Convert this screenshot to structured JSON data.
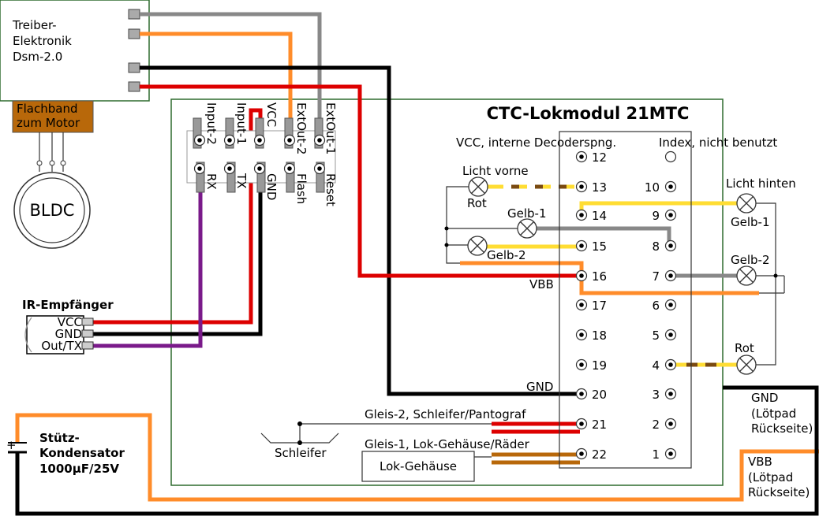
{
  "driver": {
    "lines": [
      "Treiber-",
      "Elektronik",
      "Dsm-2.0"
    ]
  },
  "ribbon": {
    "lines": [
      "Flachband",
      "zum Motor"
    ]
  },
  "motor": {
    "label": "BLDC"
  },
  "module": {
    "title": "CTC-Lokmodul 21MTC"
  },
  "header_top": [
    "Input-2",
    "Input-1",
    "VCC",
    "ExtOut-2",
    "ExtOut-1"
  ],
  "header_bottom": [
    "RX",
    "TX",
    "GND",
    "Flash",
    "Reset"
  ],
  "ir": {
    "title": "IR-Empfänger",
    "pins": [
      "VCC",
      "GND",
      "Out/TX"
    ]
  },
  "capacitor": {
    "lines": [
      "Stütz-",
      "Kondensator",
      "1000µF/25V"
    ],
    "plus": "+"
  },
  "connector": {
    "header_left": "VCC, interne Decoderspng.",
    "header_right": "Index, nicht benutzt",
    "left_pins": [
      "12",
      "13",
      "14",
      "15",
      "16",
      "17",
      "18",
      "19",
      "20",
      "21",
      "22"
    ],
    "right_pins": [
      "10",
      "9",
      "8",
      "7",
      "6",
      "5",
      "4",
      "3",
      "2",
      "1"
    ]
  },
  "labels": {
    "licht_vorne": "Licht vorne",
    "rot_left": "Rot",
    "gelb1_left": "Gelb-1",
    "gelb2_left": "Gelb-2",
    "vbb": "VBB",
    "gnd": "GND",
    "licht_hinten": "Licht hinten",
    "gelb1_right": "Gelb-1",
    "gelb2_right": "Gelb-2",
    "rot_right": "Rot",
    "gleis2": "Gleis-2, Schleifer/Pantograf",
    "gleis1": "Gleis-1, Lok-Gehäuse/Räder",
    "schleifer": "Schleifer",
    "lokgehaeuse": "Lok-Gehäuse",
    "gnd_ext": "GND",
    "gnd_ext_sub1": "(Lötpad",
    "gnd_ext_sub2": "Rückseite)",
    "vbb_ext": "VBB",
    "vbb_ext_sub1": "(Lötpad",
    "vbb_ext_sub2": "Rückseite)"
  },
  "colors": {
    "red": "#dd0000",
    "black": "#000000",
    "gray": "#888888",
    "orange": "#ff8c2a",
    "yellow": "#ffdd33",
    "brown": "#7a4a10",
    "purple": "#7a1a8a",
    "green": "#2e6b2e",
    "copper": "#b8680a",
    "ribbon": "#b8680a"
  }
}
